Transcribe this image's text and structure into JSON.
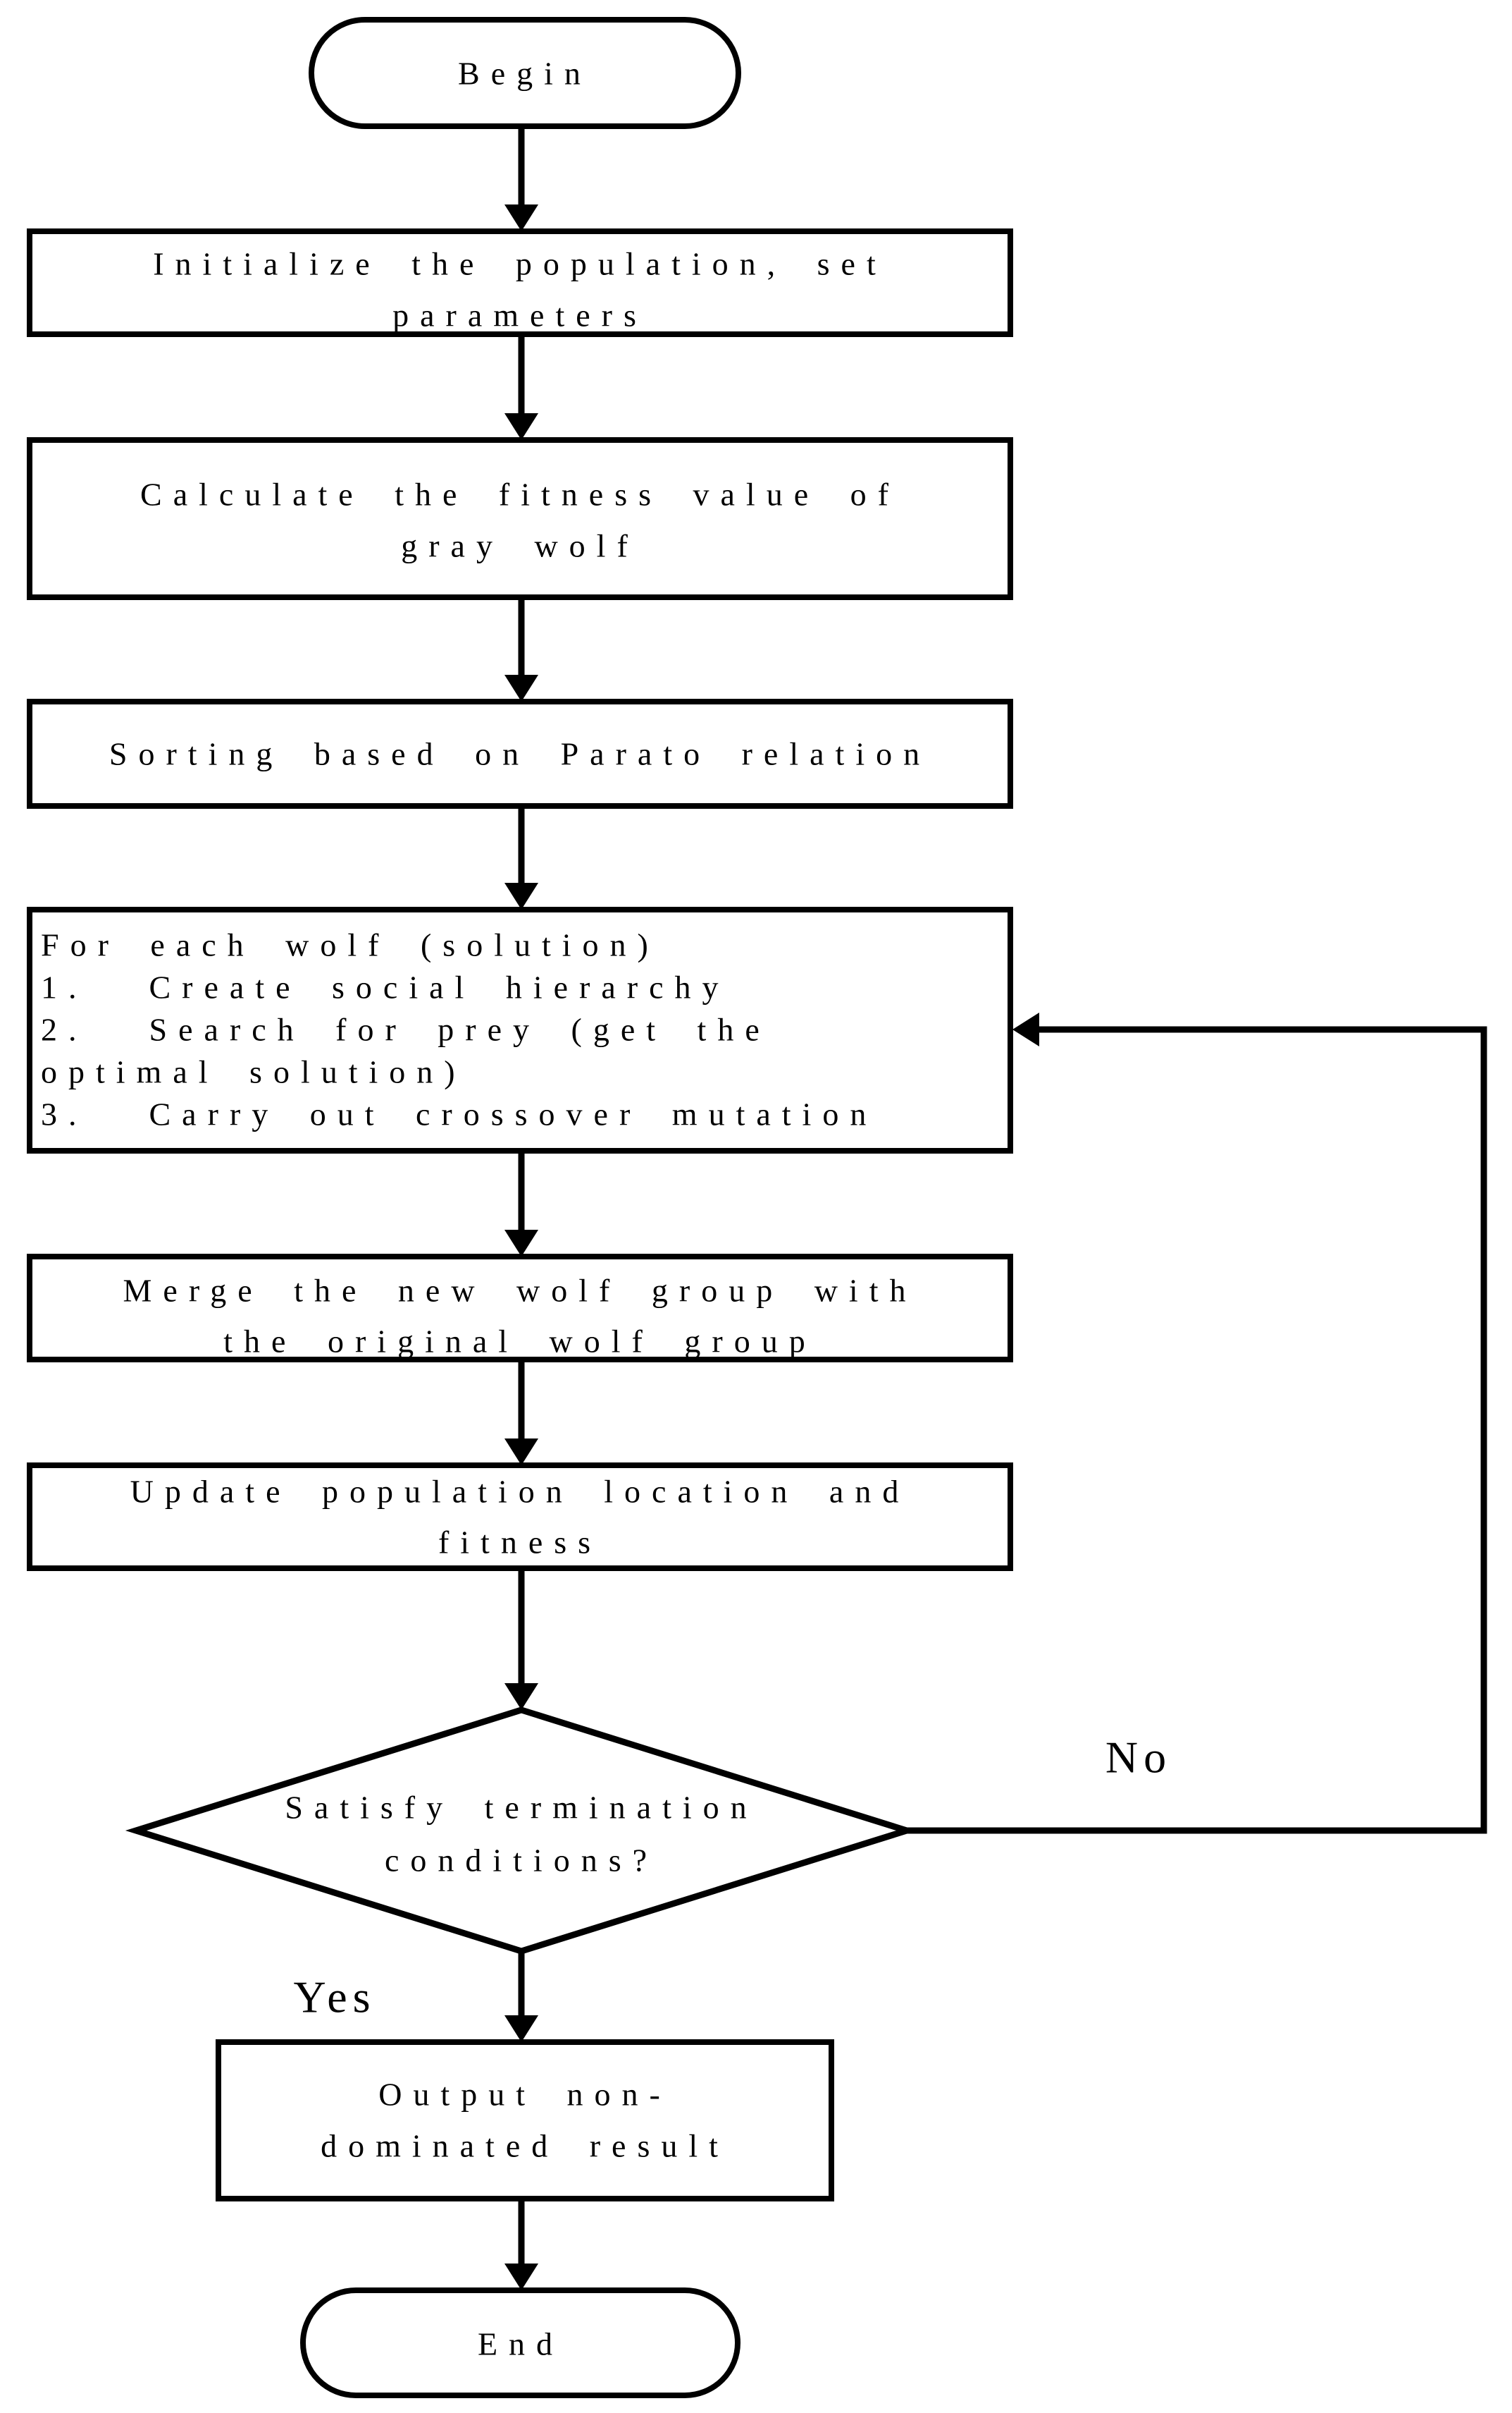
{
  "diagram": {
    "type": "flowchart",
    "colors": {
      "stroke": "#000000",
      "background": "#ffffff",
      "text": "#000000"
    },
    "nodes": {
      "begin": {
        "shape": "terminator",
        "label": "Begin"
      },
      "initialize": {
        "shape": "process",
        "lines": [
          "Initialize the population, set",
          "parameters"
        ]
      },
      "fitness": {
        "shape": "process",
        "lines": [
          "Calculate the fitness value of",
          "gray wolf"
        ]
      },
      "sorting": {
        "shape": "process",
        "lines": [
          "Sorting based on Parato relation"
        ]
      },
      "foreach": {
        "shape": "process",
        "lines": [
          "For each wolf (solution)",
          "1.  Create social hierarchy",
          "2.  Search for prey (get the",
          "optimal solution)",
          "3.  Carry out crossover mutation"
        ]
      },
      "merge": {
        "shape": "process",
        "lines": [
          "Merge the new wolf group with",
          "the original wolf group"
        ]
      },
      "update": {
        "shape": "process",
        "lines": [
          "Update population location and",
          "fitness"
        ]
      },
      "decision": {
        "shape": "decision",
        "lines": [
          "Satisfy termination",
          "conditions?"
        ]
      },
      "output": {
        "shape": "process",
        "lines": [
          "Output non-",
          "dominated result"
        ]
      },
      "end": {
        "shape": "terminator",
        "label": "End"
      }
    },
    "edge_labels": {
      "yes": "Yes",
      "no": "No"
    }
  }
}
